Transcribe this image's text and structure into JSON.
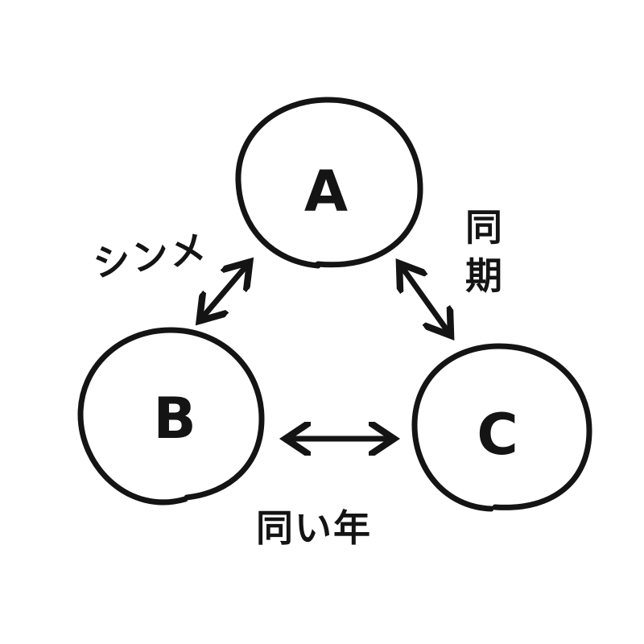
{
  "nodes": [
    {
      "id": "A",
      "label": "A"
    },
    {
      "id": "B",
      "label": "B"
    },
    {
      "id": "C",
      "label": "C"
    }
  ],
  "edges": [
    {
      "from": "A",
      "to": "B",
      "label": "シンメ",
      "direction": "bidirectional"
    },
    {
      "from": "A",
      "to": "C",
      "label": "同期",
      "direction": "bidirectional"
    },
    {
      "from": "B",
      "to": "C",
      "label": "同い年",
      "direction": "bidirectional"
    }
  ],
  "colors": {
    "ink": "#141414",
    "background": "#ffffff"
  }
}
